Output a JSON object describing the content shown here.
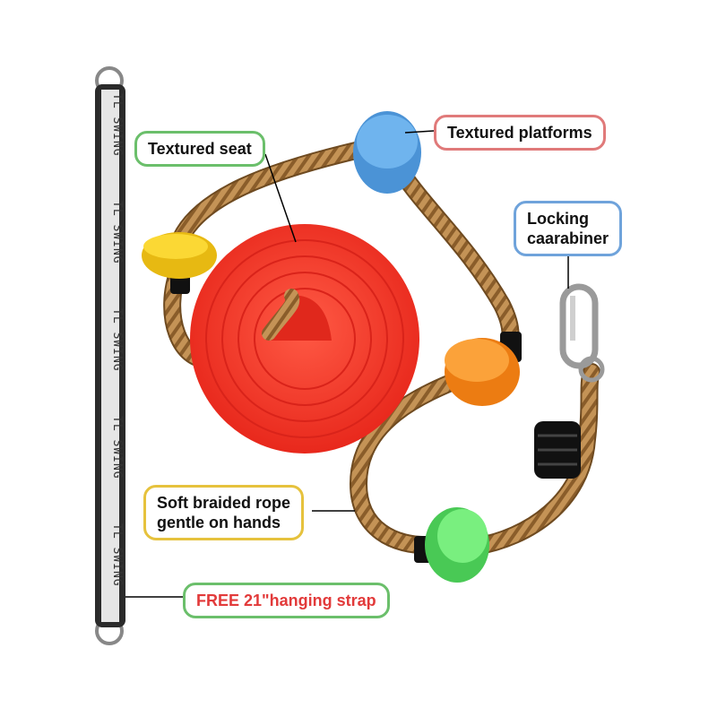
{
  "labels": {
    "seat": "Textured seat",
    "platforms": "Textured platforms",
    "carabiner_line1": "Locking",
    "carabiner_line2": "caarabiner",
    "rope_line1": "Soft braided rope",
    "rope_line2": "gentle on hands",
    "strap_free": "FREE",
    "strap_rest": "21\"hanging strap"
  },
  "strap": {
    "imprint": [
      "TL SWING",
      "TL SWING",
      "TL SWING",
      "TL SWING",
      "TL SWING"
    ]
  },
  "colors": {
    "seat": "#f2382c",
    "platform_blue": "#5aa6e8",
    "platform_yellow": "#f7cf1f",
    "platform_orange": "#f7921e",
    "platform_green": "#5fe06a",
    "rope": "#b8884a",
    "callout_green": "#6bbf6b",
    "callout_red": "#e07a7a",
    "callout_blue": "#6fa3db",
    "callout_yellow": "#e6c23d"
  }
}
